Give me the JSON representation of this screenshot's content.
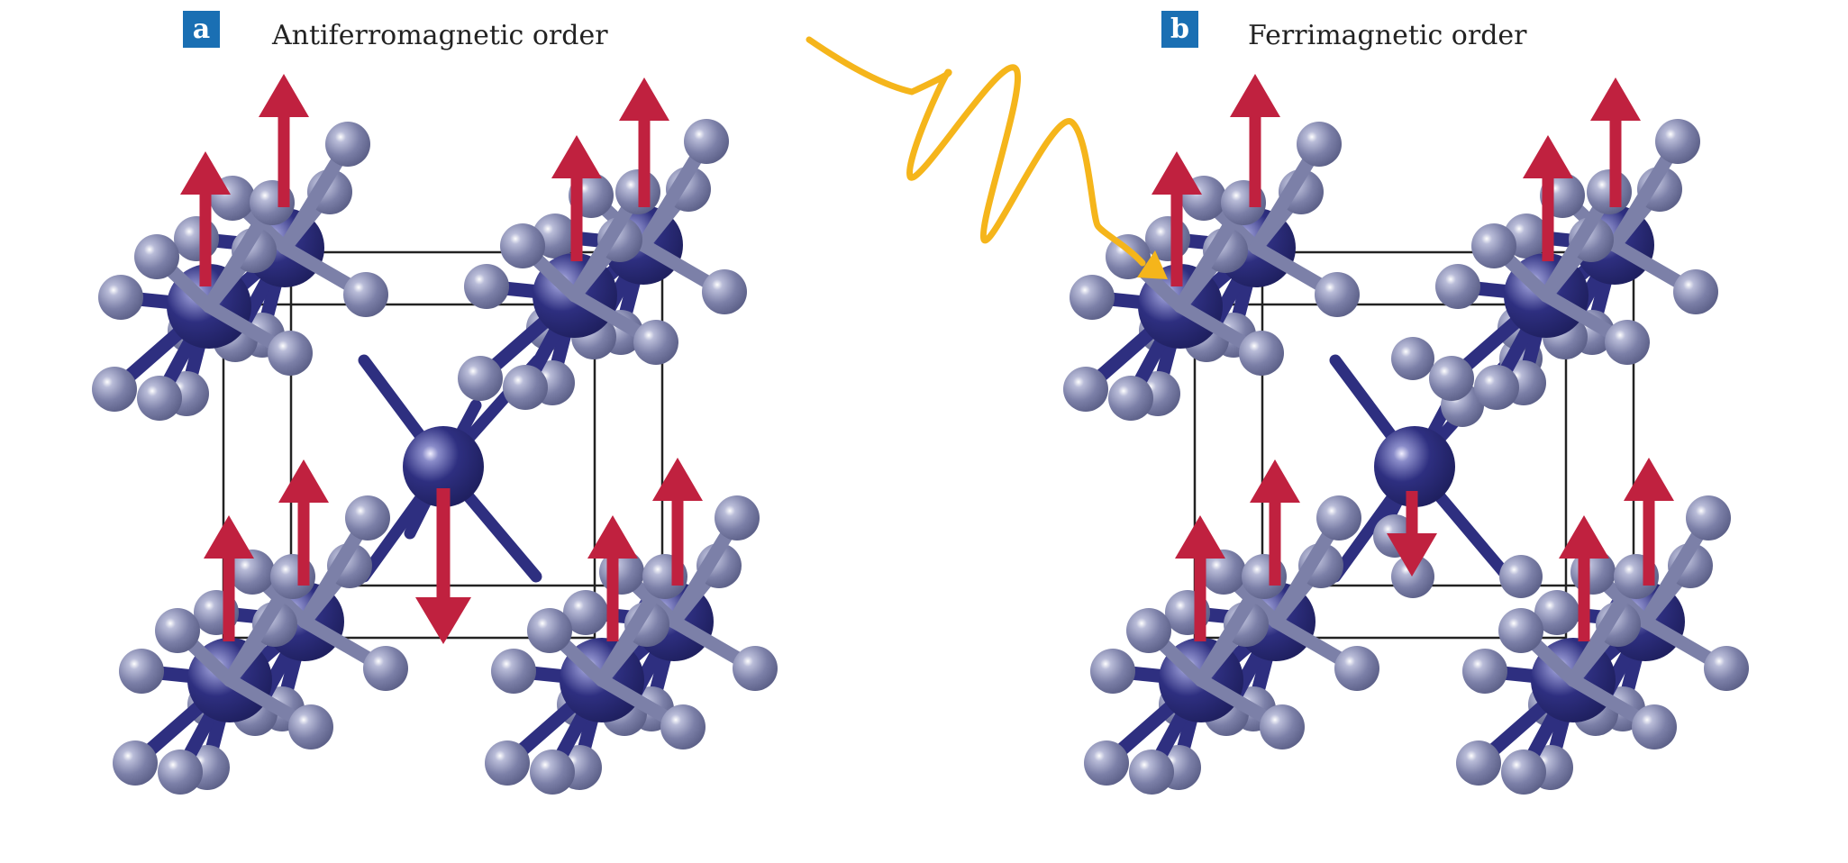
{
  "panels": [
    {
      "tag": "a",
      "title": "Antiferromagnetic order"
    },
    {
      "tag": "b",
      "title": "Ferrimagnetic order"
    }
  ],
  "colors": {
    "tag_background": "#1a6fb3",
    "metal_atom": "#2e2f80",
    "ligand_atom": "#7c80a8",
    "spin_arrow": "#c0213f",
    "light_pulse": "#f5b51b",
    "unit_cell": "#222222"
  },
  "icons": [
    "spin-up-arrow",
    "spin-down-arrow",
    "light-pulse-arrow"
  ]
}
